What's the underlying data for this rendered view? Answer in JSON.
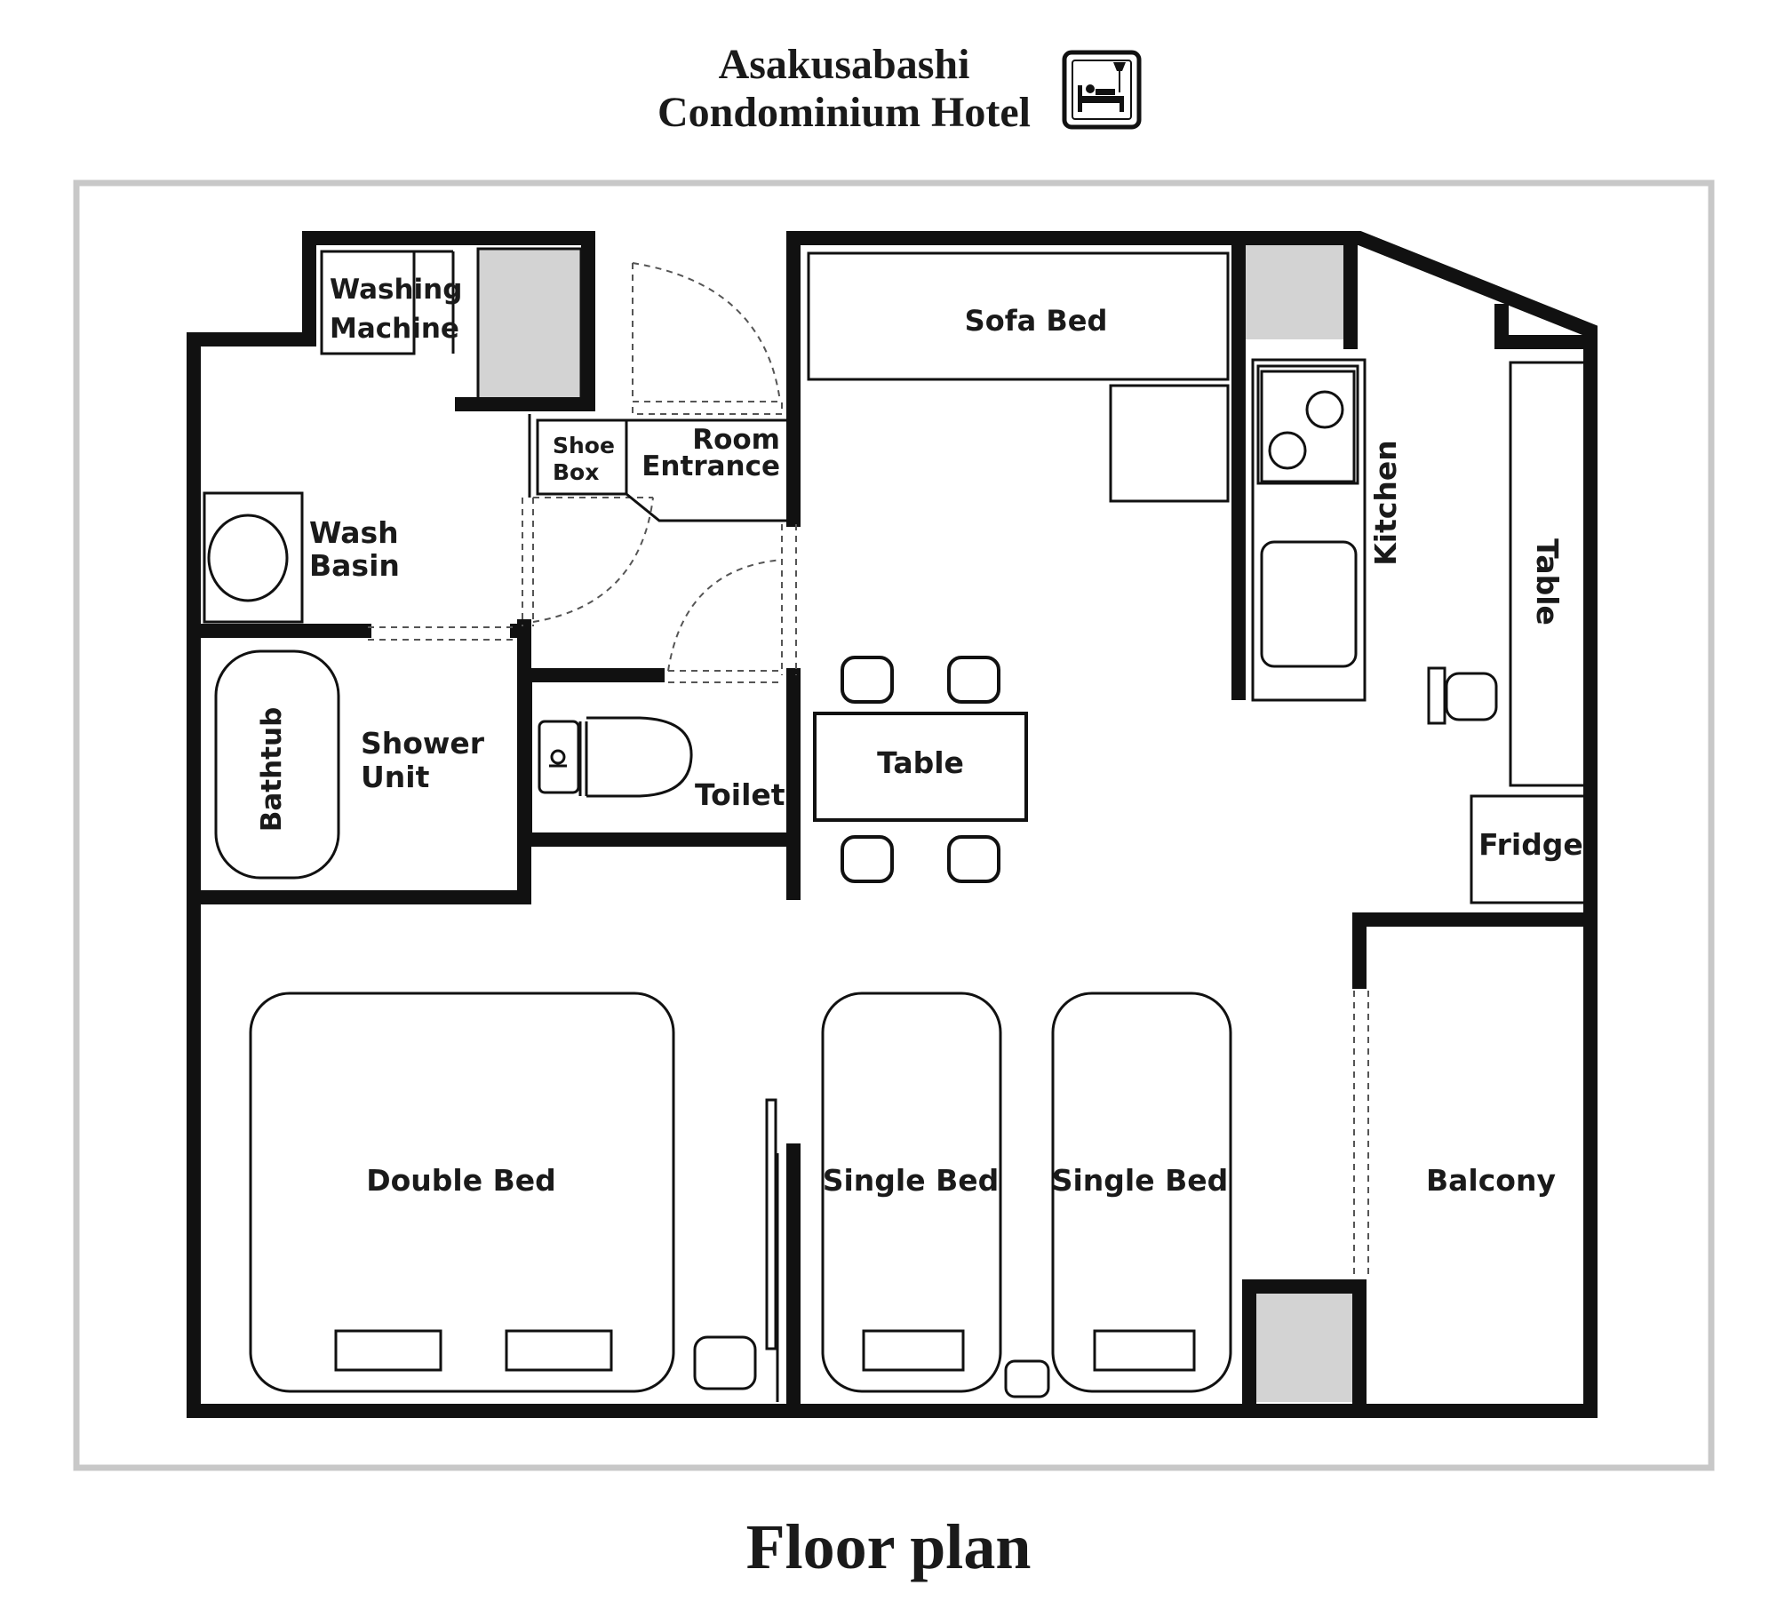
{
  "header": {
    "hotel_line1": "Asakusabashi",
    "hotel_line2": "Condominium Hotel",
    "logo_icon": "hotel-bed-icon"
  },
  "footer": {
    "caption": "Floor plan"
  },
  "rooms": {
    "washing_machine_1": "Washing",
    "washing_machine_2": "Machine",
    "shoe_box_1": "Shoe",
    "shoe_box_2": "Box",
    "room_entrance_1": "Room",
    "room_entrance_2": "Entrance",
    "sofa_bed": "Sofa Bed",
    "kitchen": "Kitchen",
    "table_right": "Table",
    "wash_basin_1": "Wash",
    "wash_basin_2": "Basin",
    "bathtub": "Bathtub",
    "shower_unit_1": "Shower",
    "shower_unit_2": "Unit",
    "toilet": "Toilet",
    "table_center": "Table",
    "fridge": "Fridge",
    "double_bed": "Double Bed",
    "single_bed_1": "Single Bed",
    "single_bed_2": "Single Bed",
    "balcony": "Balcony"
  },
  "colors": {
    "wall": "#111111",
    "frame": "#c8c8c8",
    "pillar": "#d3d3d3"
  }
}
